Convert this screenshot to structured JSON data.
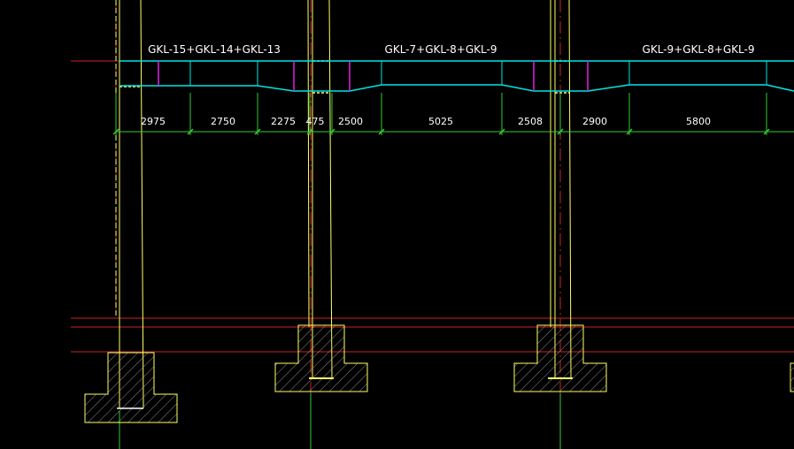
{
  "beam_labels": [
    "GKL-15+GKL-14+GKL-13",
    "GKL-7+GKL-8+GKL-9",
    "GKL-9+GKL-8+GKL-9"
  ],
  "dimensions": [
    "2975",
    "2750",
    "2275",
    "475",
    "2500",
    "5025",
    "2508",
    "2900",
    "5800"
  ],
  "colors": {
    "background": "#000000",
    "beam": "#00e5e5",
    "column": "#ffff66",
    "column_solid": "#f0f000",
    "dimension": "#33cc33",
    "axis": "#cc2222",
    "break_mark": "#e020e0",
    "text": "#ffffff"
  },
  "icons": {
    "foundation_hatch": "diagonal-hatch",
    "dimension_tick": "slash-tick"
  }
}
